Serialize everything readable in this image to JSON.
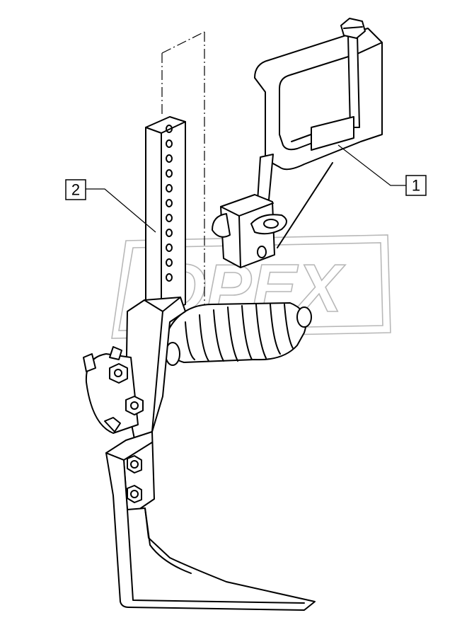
{
  "callouts": [
    {
      "id": "1",
      "text": "1"
    },
    {
      "id": "2",
      "text": "2"
    }
  ],
  "watermark": {
    "text": "OPEX",
    "color": "#b8b8b8"
  },
  "colors": {
    "line": "#000000",
    "background": "#ffffff"
  }
}
